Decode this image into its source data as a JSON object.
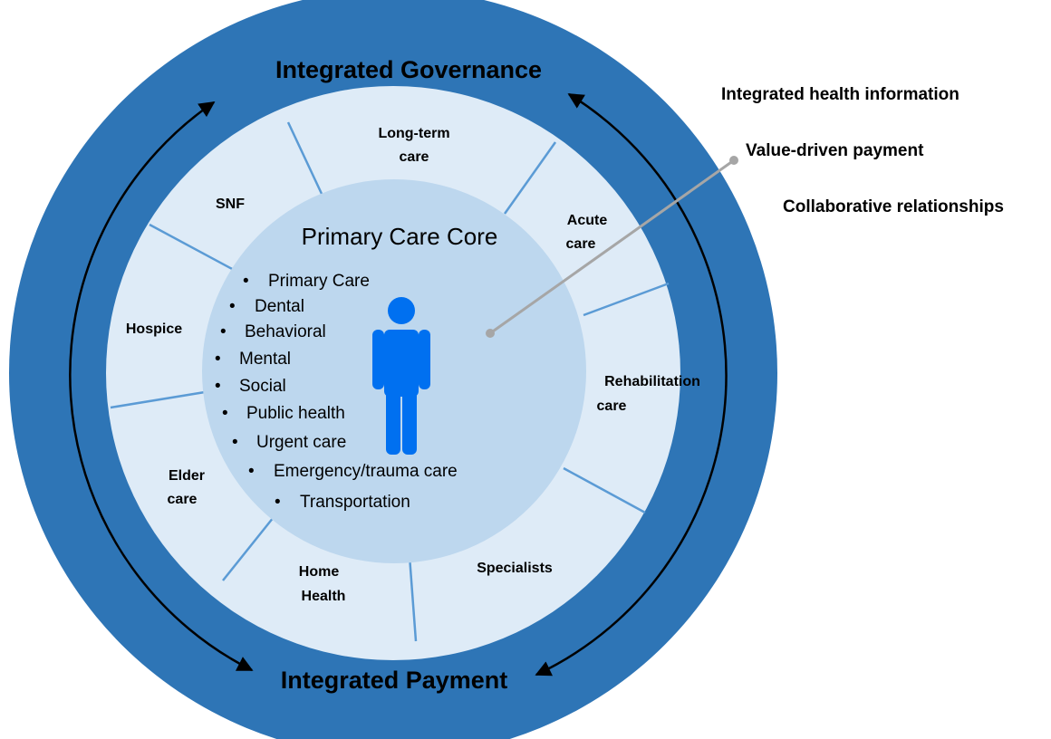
{
  "outer_ring": {
    "top_label": "Integrated Governance",
    "bottom_label": "Integrated Payment",
    "color": "#2e75b6"
  },
  "side_labels": [
    "Integrated health information",
    "Value-driven payment",
    "Collaborative relationships"
  ],
  "middle_ring": {
    "color": "#deebf7",
    "divider_color": "#5b9bd5",
    "sectors": [
      {
        "id": "long-term-care",
        "lines": [
          "Long-term",
          "care"
        ]
      },
      {
        "id": "acute-care",
        "lines": [
          "Acute",
          "care"
        ]
      },
      {
        "id": "rehabilitation-care",
        "lines": [
          "Rehabilitation",
          "care"
        ]
      },
      {
        "id": "specialists",
        "lines": [
          "Specialists"
        ]
      },
      {
        "id": "home-health",
        "lines": [
          "Home",
          "Health"
        ]
      },
      {
        "id": "elder-care",
        "lines": [
          "Elder",
          "care"
        ]
      },
      {
        "id": "hospice",
        "lines": [
          "Hospice"
        ]
      },
      {
        "id": "snf",
        "lines": [
          "SNF"
        ]
      }
    ]
  },
  "core": {
    "title": "Primary Care Core",
    "color": "#bdd7ee",
    "person_icon": "person-icon",
    "person_color": "#0070f0",
    "items": [
      "Primary Care",
      "Dental",
      "Behavioral",
      "Mental",
      "Social",
      "Public health",
      "Urgent care",
      "Emergency/trauma  care",
      "Transportation"
    ]
  }
}
